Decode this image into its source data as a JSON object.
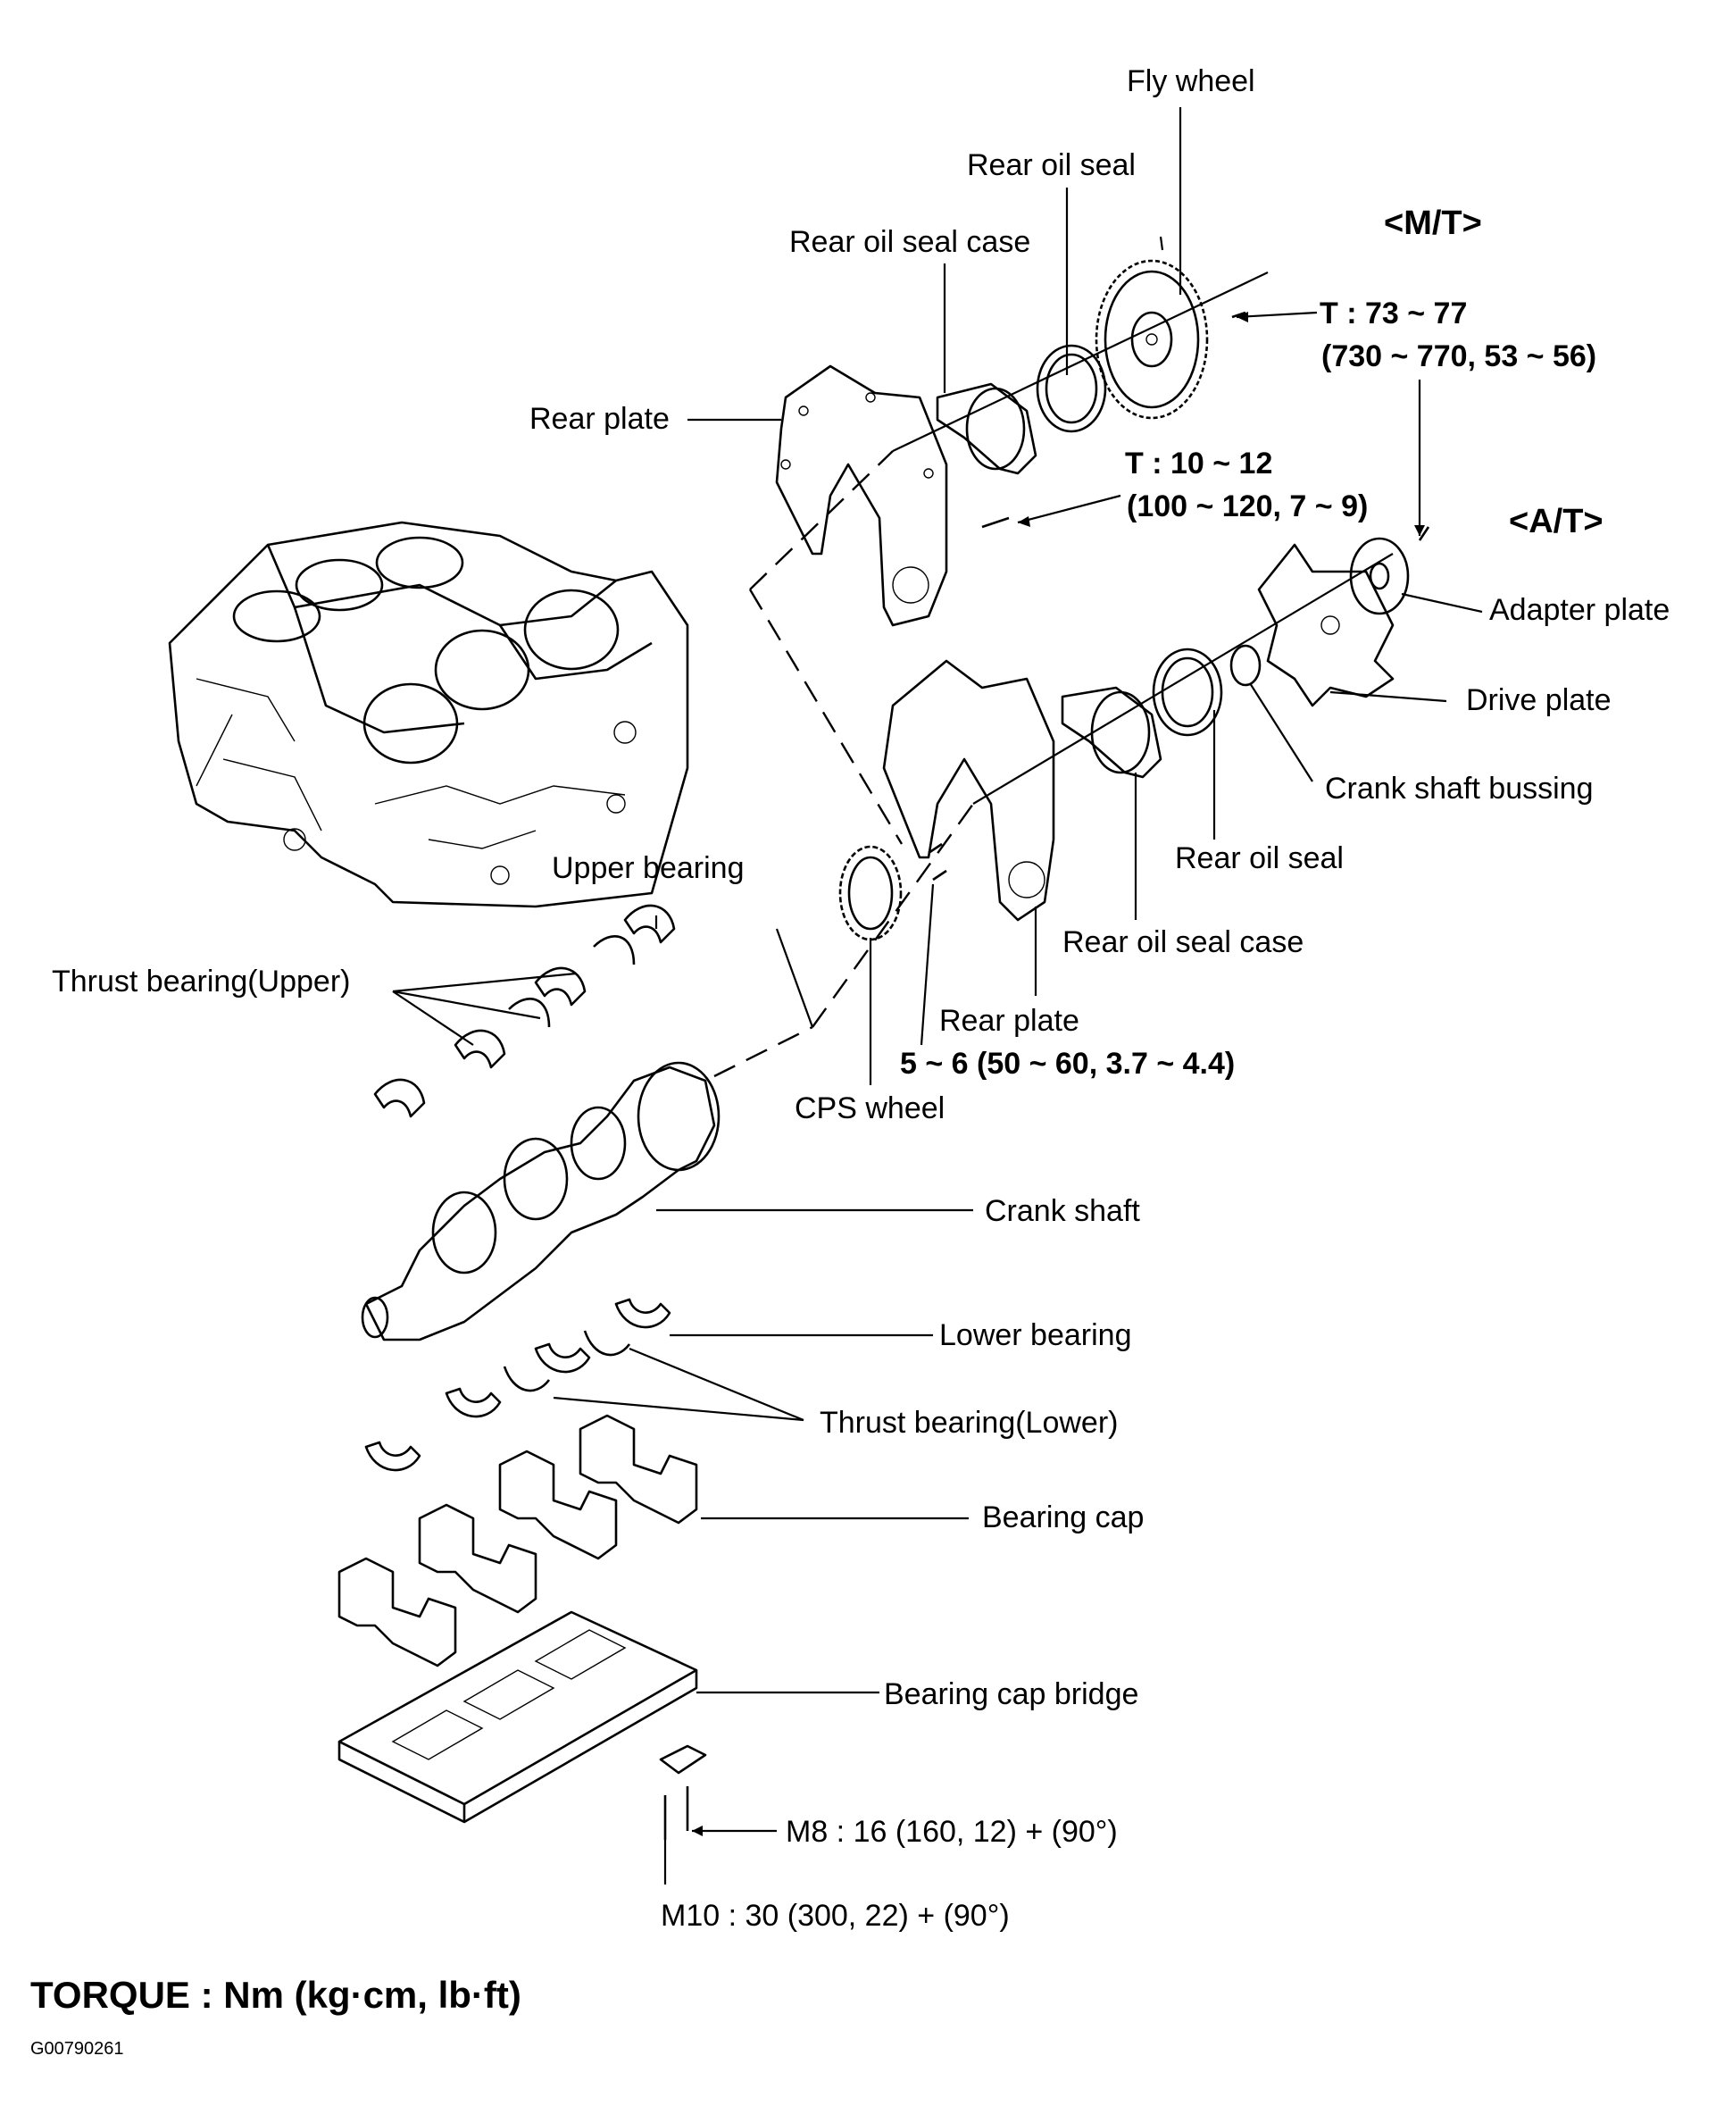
{
  "labels": {
    "fly_wheel": "Fly wheel",
    "rear_oil_seal_top": "Rear oil seal",
    "rear_oil_seal_case_top": "Rear oil seal case",
    "mt_header": "<M/T>",
    "t_73_77": "T : 73 ~ 77",
    "t_73_77_sub": "(730 ~ 770, 53 ~ 56)",
    "rear_plate_top": "Rear plate",
    "t_10_12": "T : 10 ~ 12",
    "t_10_12_sub": "(100 ~ 120, 7 ~ 9)",
    "at_header": "<A/T>",
    "adapter_plate": "Adapter plate",
    "drive_plate": "Drive plate",
    "crank_shaft_bussing": "Crank shaft bussing",
    "rear_oil_seal_mid": "Rear oil seal",
    "upper_bearing": "Upper bearing",
    "rear_oil_seal_case_mid": "Rear oil seal case",
    "thrust_bearing_upper": "Thrust bearing(Upper)",
    "rear_plate_mid": "Rear plate",
    "torque_5_6": "5 ~ 6 (50 ~ 60, 3.7 ~ 4.4)",
    "cps_wheel": "CPS wheel",
    "crank_shaft": "Crank shaft",
    "lower_bearing": "Lower bearing",
    "thrust_bearing_lower": "Thrust bearing(Lower)",
    "bearing_cap": "Bearing cap",
    "bearing_cap_bridge": "Bearing cap bridge",
    "m8_torque": "M8 : 16 (160, 12) + (90°)",
    "m10_torque": "M10 : 30 (300, 22) + (90°)"
  },
  "footer": {
    "torque_units": "TORQUE : Nm (kg·cm, lb·ft)",
    "figure_code": "G00790261"
  }
}
